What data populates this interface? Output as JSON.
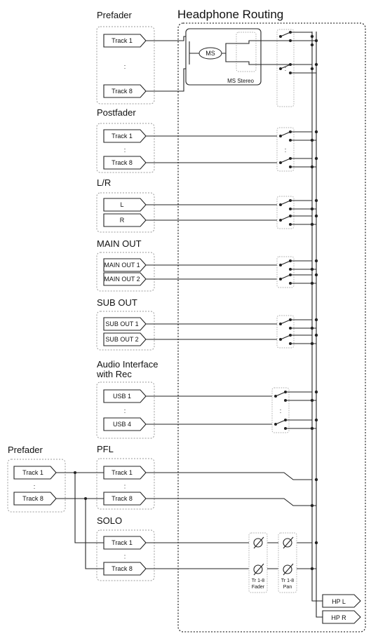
{
  "title": "Headphone Routing",
  "groups": [
    {
      "id": "prefader",
      "heading": "Prefader",
      "first": "Track 1",
      "last": "Track 8"
    },
    {
      "id": "postfader",
      "heading": "Postfader",
      "first": "Track 1",
      "last": "Track 8"
    },
    {
      "id": "lr",
      "heading": "L/R",
      "first": "L",
      "last": "R"
    },
    {
      "id": "mainout",
      "heading": "MAIN OUT",
      "first": "MAIN OUT 1",
      "last": "MAIN OUT 2"
    },
    {
      "id": "subout",
      "heading": "SUB OUT",
      "first": "SUB OUT 1",
      "last": "SUB OUT 2"
    },
    {
      "id": "usb",
      "heading": "Audio Interface",
      "heading2": "with Rec",
      "first": "USB 1",
      "last": "USB 4"
    },
    {
      "id": "pfl",
      "heading": "PFL",
      "first": "Track 1",
      "last": "Track 8"
    },
    {
      "id": "solo",
      "heading": "SOLO",
      "first": "Track 1",
      "last": "Track 8"
    }
  ],
  "left_prefader": {
    "heading": "Prefader",
    "first": "Track 1",
    "last": "Track 8"
  },
  "ms": {
    "label": "MS",
    "caption": "MS Stereo"
  },
  "pans": [
    {
      "line1": "Tr 1-8",
      "line2": "Fader"
    },
    {
      "line1": "Tr 1-8",
      "line2": "Pan"
    }
  ],
  "outputs": {
    "left": "HP L",
    "right": "HP R"
  },
  "ellipsis": ":"
}
